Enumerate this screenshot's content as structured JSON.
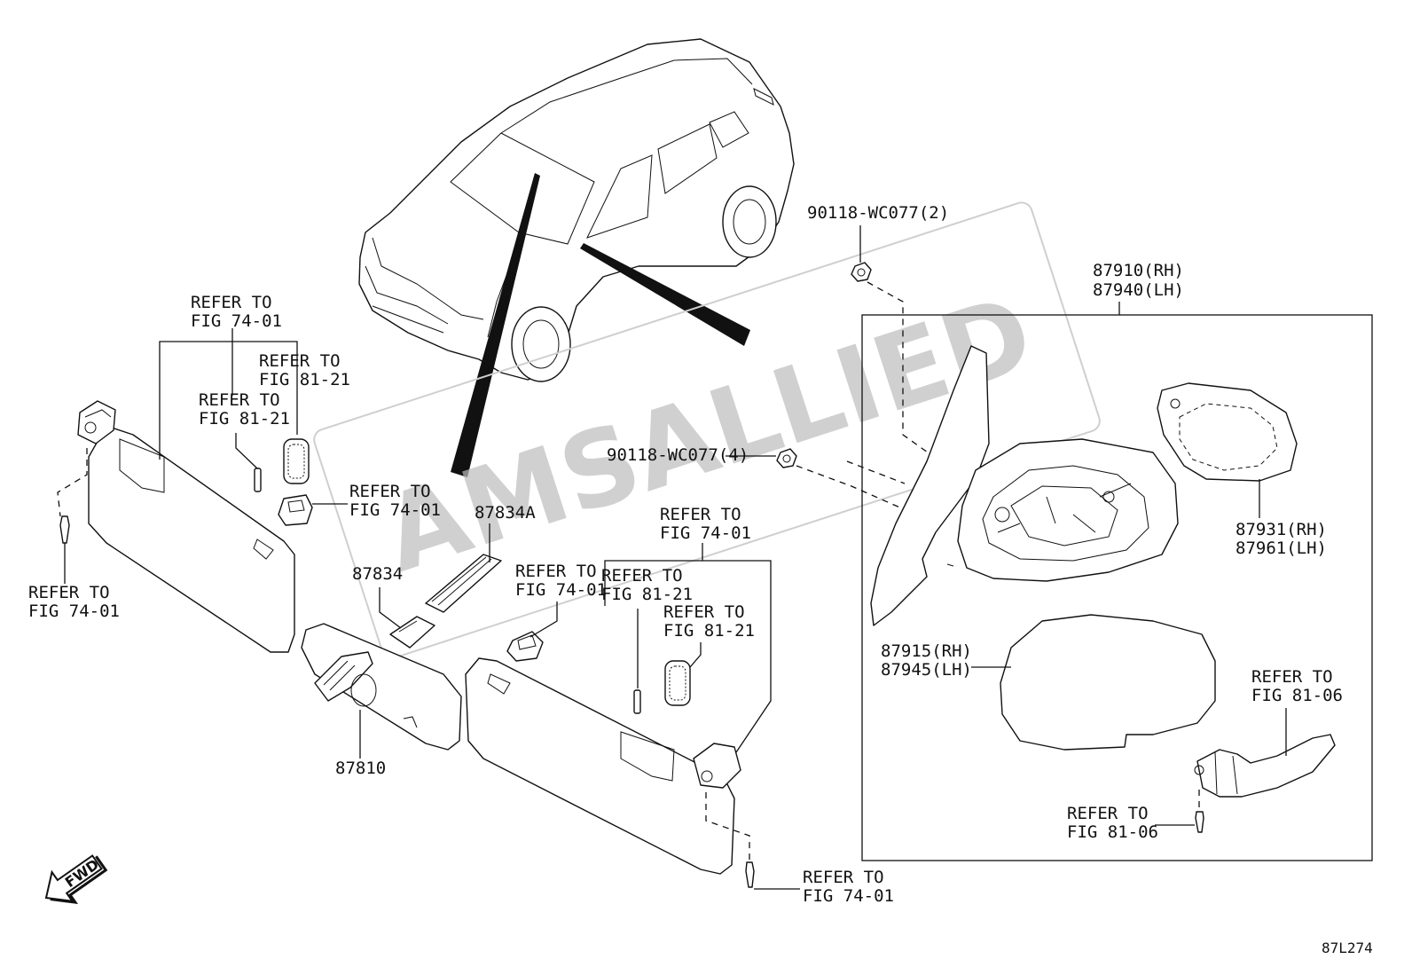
{
  "watermark": "AMSALLIED",
  "figure_code": "87L274",
  "fwd_label": "FWD",
  "labels": {
    "l_refer_74_top": [
      "REFER TO",
      "FIG 74-01"
    ],
    "l_refer_81_left_a": [
      "REFER TO",
      "FIG 81-21"
    ],
    "l_refer_81_left_b": [
      "REFER TO",
      "FIG 81-21"
    ],
    "l_refer_74_clip_left": [
      "REFER TO",
      "FIG 74-01"
    ],
    "l_refer_74_screw_left": [
      "REFER TO",
      "FIG 74-01"
    ],
    "p_87834a": "87834A",
    "p_87834": "87834",
    "l_refer_74_center": [
      "REFER TO",
      "FIG 74-01"
    ],
    "l_refer_81_center": [
      "REFER TO",
      "FIG 81-21"
    ],
    "l_refer_74_right_visor": [
      "REFER TO",
      "FIG 74-01"
    ],
    "l_refer_81_right_visor": [
      "REFER TO",
      "FIG 81-21"
    ],
    "p_87810": "87810",
    "l_refer_74_screw_right": [
      "REFER TO",
      "FIG 74-01"
    ],
    "p_90118_2": "90118-WC077(2)",
    "p_90118_4": "90118-WC077(4)",
    "p_87910": [
      "87910(RH)",
      "87940(LH)"
    ],
    "p_87931": [
      "87931(RH)",
      "87961(LH)"
    ],
    "p_87915": [
      "87915(RH)",
      "87945(LH)"
    ],
    "l_refer_81_06_top": [
      "REFER TO",
      "FIG 81-06"
    ],
    "l_refer_81_06_bottom": [
      "REFER TO",
      "FIG 81-06"
    ]
  }
}
